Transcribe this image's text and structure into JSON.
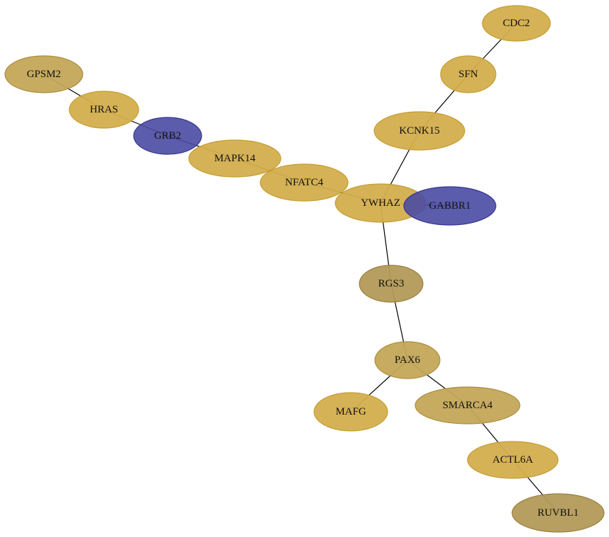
{
  "colors": {
    "gold": "#d4ae4e",
    "gold_stroke": "#c49d30",
    "tan": "#c4a659",
    "tan_stroke": "#ab8d3f",
    "olive": "#b39a58",
    "olive_stroke": "#98803d",
    "blue": "#4a4aa3",
    "blue_stroke": "#353592"
  },
  "nodes": [
    {
      "id": "CDC2",
      "label": "CDC2",
      "color": "gold"
    },
    {
      "id": "SFN",
      "label": "SFN",
      "color": "gold"
    },
    {
      "id": "GPSM2",
      "label": "GPSM2",
      "color": "tan"
    },
    {
      "id": "HRAS",
      "label": "HRAS",
      "color": "gold"
    },
    {
      "id": "GRB2",
      "label": "GRB2",
      "color": "blue"
    },
    {
      "id": "KCNK15",
      "label": "KCNK15",
      "color": "gold"
    },
    {
      "id": "MAPK14",
      "label": "MAPK14",
      "color": "gold"
    },
    {
      "id": "NFATC4",
      "label": "NFATC4",
      "color": "gold"
    },
    {
      "id": "YWHAZ",
      "label": "YWHAZ",
      "color": "gold"
    },
    {
      "id": "GABBR1",
      "label": "GABBR1",
      "color": "blue"
    },
    {
      "id": "RGS3",
      "label": "RGS3",
      "color": "olive"
    },
    {
      "id": "PAX6",
      "label": "PAX6",
      "color": "tan"
    },
    {
      "id": "MAFG",
      "label": "MAFG",
      "color": "gold"
    },
    {
      "id": "SMARCA4",
      "label": "SMARCA4",
      "color": "tan"
    },
    {
      "id": "ACTL6A",
      "label": "ACTL6A",
      "color": "gold"
    },
    {
      "id": "RUVBL1",
      "label": "RUVBL1",
      "color": "olive"
    }
  ],
  "edges": [
    [
      "CDC2",
      "SFN"
    ],
    [
      "SFN",
      "KCNK15"
    ],
    [
      "KCNK15",
      "YWHAZ"
    ],
    [
      "GPSM2",
      "HRAS"
    ],
    [
      "HRAS",
      "GRB2"
    ],
    [
      "GRB2",
      "MAPK14"
    ],
    [
      "MAPK14",
      "NFATC4"
    ],
    [
      "NFATC4",
      "YWHAZ"
    ],
    [
      "YWHAZ",
      "GABBR1"
    ],
    [
      "YWHAZ",
      "RGS3"
    ],
    [
      "RGS3",
      "PAX6"
    ],
    [
      "PAX6",
      "MAFG"
    ],
    [
      "PAX6",
      "SMARCA4"
    ],
    [
      "SMARCA4",
      "ACTL6A"
    ],
    [
      "ACTL6A",
      "RUVBL1"
    ]
  ]
}
